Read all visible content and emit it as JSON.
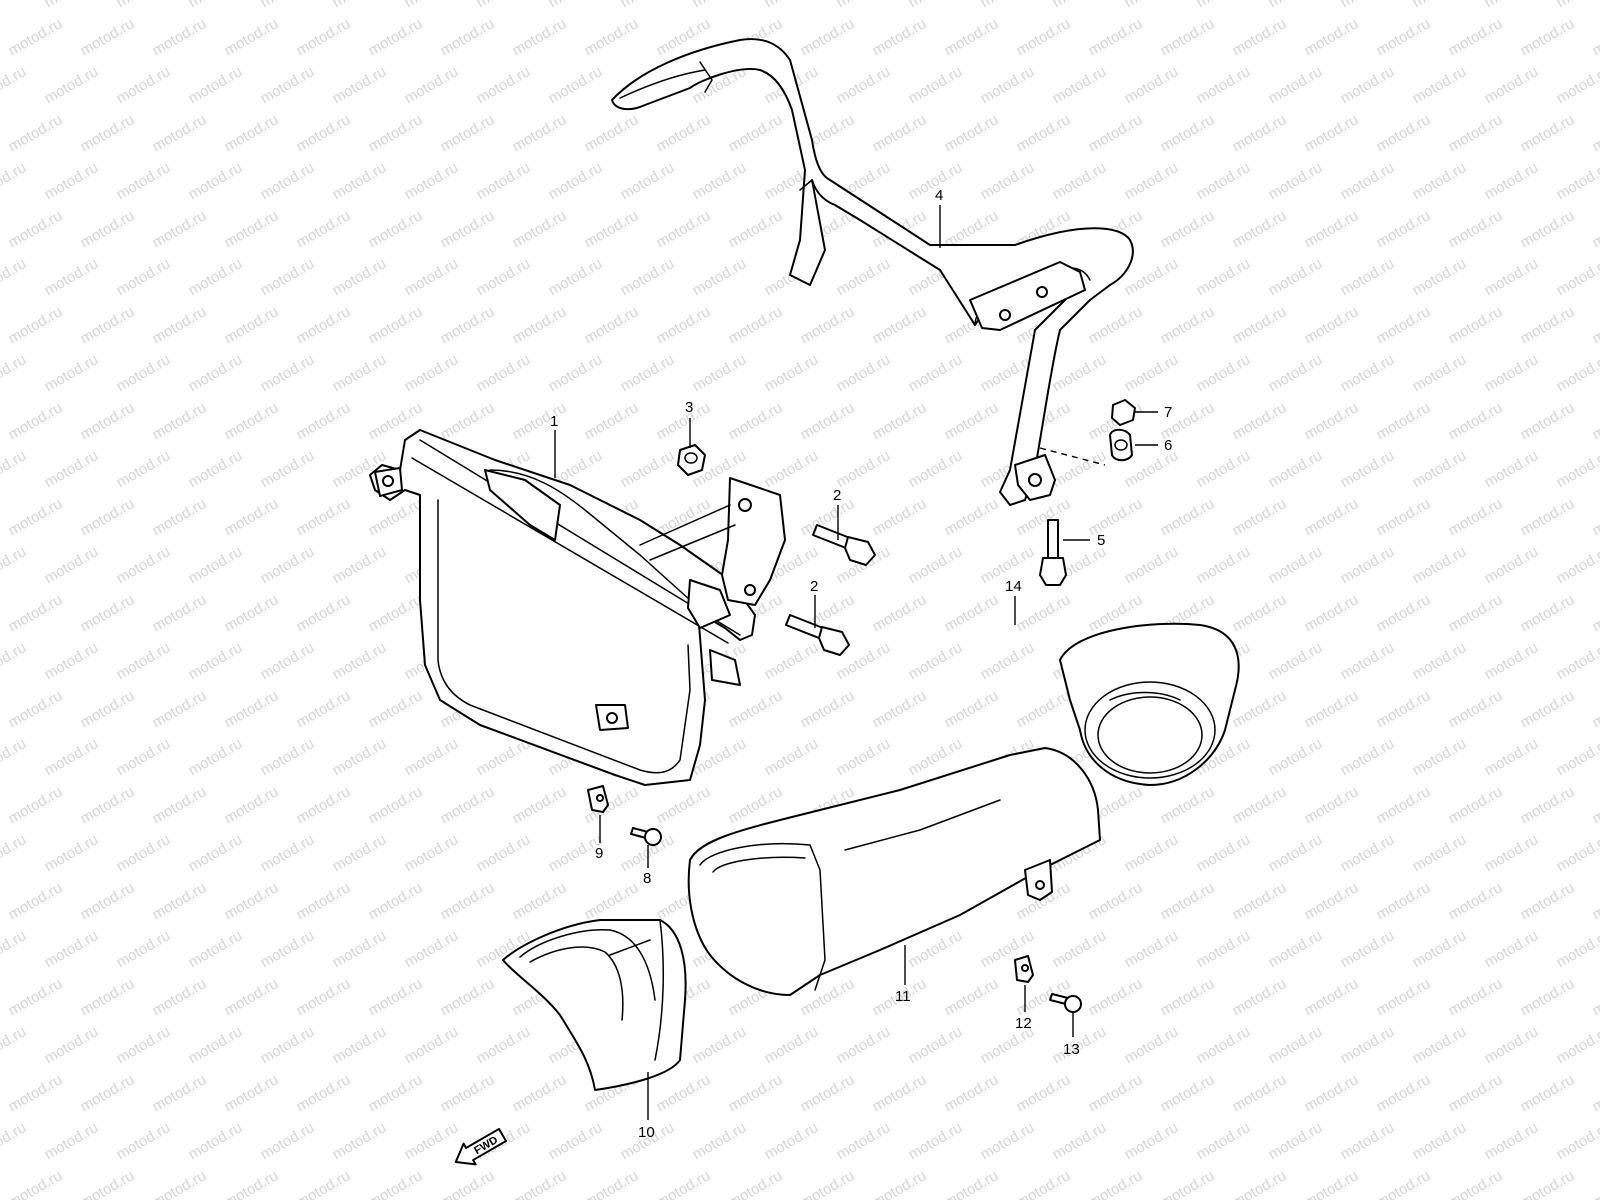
{
  "watermark": {
    "text": "motod.ru",
    "color": "#d6d6d6"
  },
  "callouts": [
    {
      "id": "1",
      "text": "1"
    },
    {
      "id": "2a",
      "text": "2"
    },
    {
      "id": "2b",
      "text": "2"
    },
    {
      "id": "3",
      "text": "3"
    },
    {
      "id": "4",
      "text": "4"
    },
    {
      "id": "5",
      "text": "5"
    },
    {
      "id": "6",
      "text": "6"
    },
    {
      "id": "7",
      "text": "7"
    },
    {
      "id": "8",
      "text": "8"
    },
    {
      "id": "9",
      "text": "9"
    },
    {
      "id": "10",
      "text": "10"
    },
    {
      "id": "11",
      "text": "11"
    },
    {
      "id": "12",
      "text": "12"
    },
    {
      "id": "13",
      "text": "13"
    },
    {
      "id": "14",
      "text": "14"
    }
  ],
  "direction_marker": {
    "text": "FWD",
    "icon": "arrow-left-icon"
  }
}
